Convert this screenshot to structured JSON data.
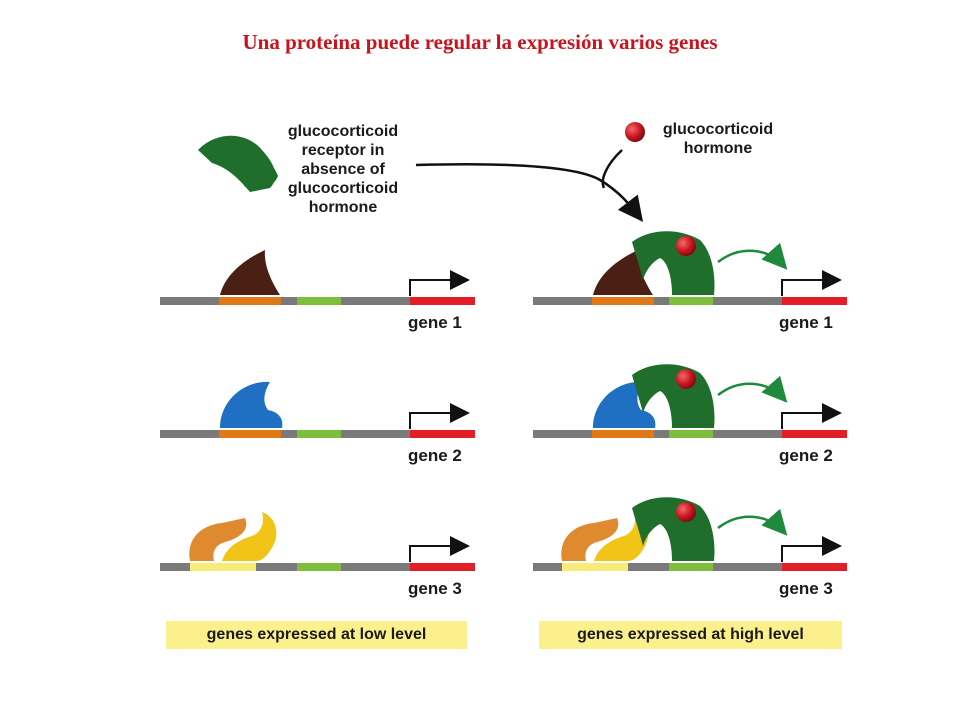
{
  "title": "Una proteína puede regular la expresión varios genes",
  "receptor_label": [
    "glucocorticoid",
    "receptor in",
    "absence of",
    "glucocorticoid",
    "hormone"
  ],
  "hormone_label": [
    "glucocorticoid",
    "hormone"
  ],
  "genes_left": [
    {
      "label": "gene 1"
    },
    {
      "label": "gene 2"
    },
    {
      "label": "gene 3"
    }
  ],
  "genes_right": [
    {
      "label": "gene 1"
    },
    {
      "label": "gene 2"
    },
    {
      "label": "gene 3"
    }
  ],
  "summary_left": "genes expressed at low level",
  "summary_right": "genes expressed at high level",
  "colors": {
    "title": "#c8141e",
    "dna": "#7a7a7a",
    "gene": "#e41e26",
    "site_orange": "#e07818",
    "site_green": "#7fbe3c",
    "site_yellow": "#f7ec7a",
    "protein_brown": "#4a1f14",
    "protein_blue": "#1f6fc2",
    "protein_orange": "#e08a30",
    "protein_yellow": "#f2c418",
    "receptor_green": "#1f6e2c",
    "hormone_red": "#c8141e",
    "summary_bg": "#fbf08c"
  }
}
